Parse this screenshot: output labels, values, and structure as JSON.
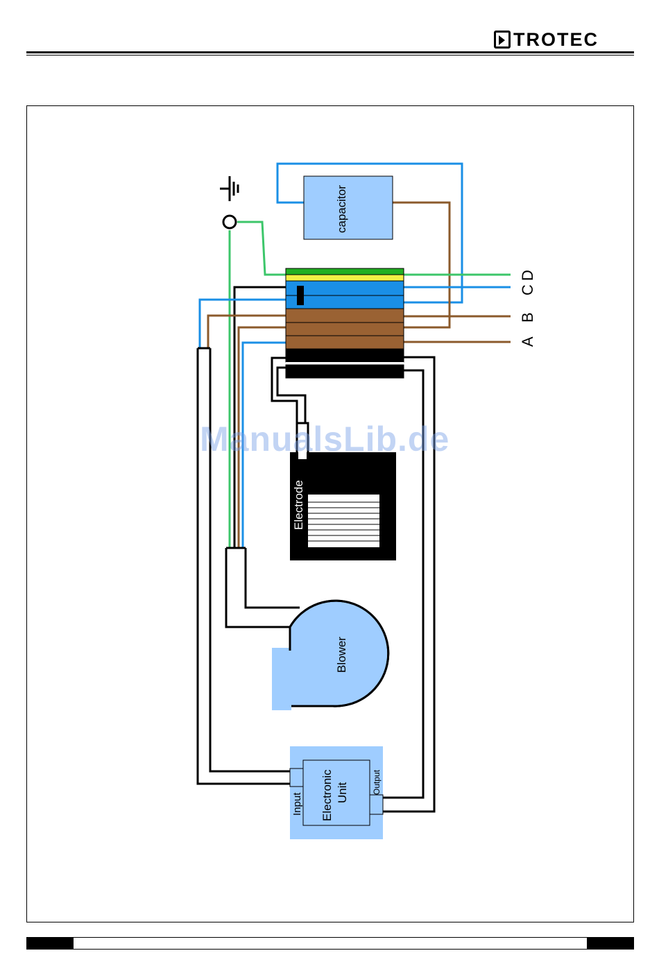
{
  "header": {
    "brand": "TROTEC"
  },
  "diagram": {
    "capacitor_label": "capacitor",
    "electrode_label": "Electrode",
    "blower_label": "Blower",
    "electronic_unit_label_line1": "Electronic",
    "electronic_unit_label_line2": "Unit",
    "input_label": "Input",
    "output_label": "Output",
    "terminals": [
      "A",
      "B",
      "C",
      "D"
    ],
    "ground_symbol": "ground-icon"
  },
  "watermark": {
    "text": "ManualsLib.de"
  },
  "colors": {
    "wire_blue": "#1a8fe6",
    "wire_brown": "#8b5a2b",
    "wire_green": "#3cc66a",
    "component_blue": "#9fcdff",
    "block_brown": "#9a6233",
    "block_green": "#22b022",
    "block_yellow": "#f2f246"
  }
}
